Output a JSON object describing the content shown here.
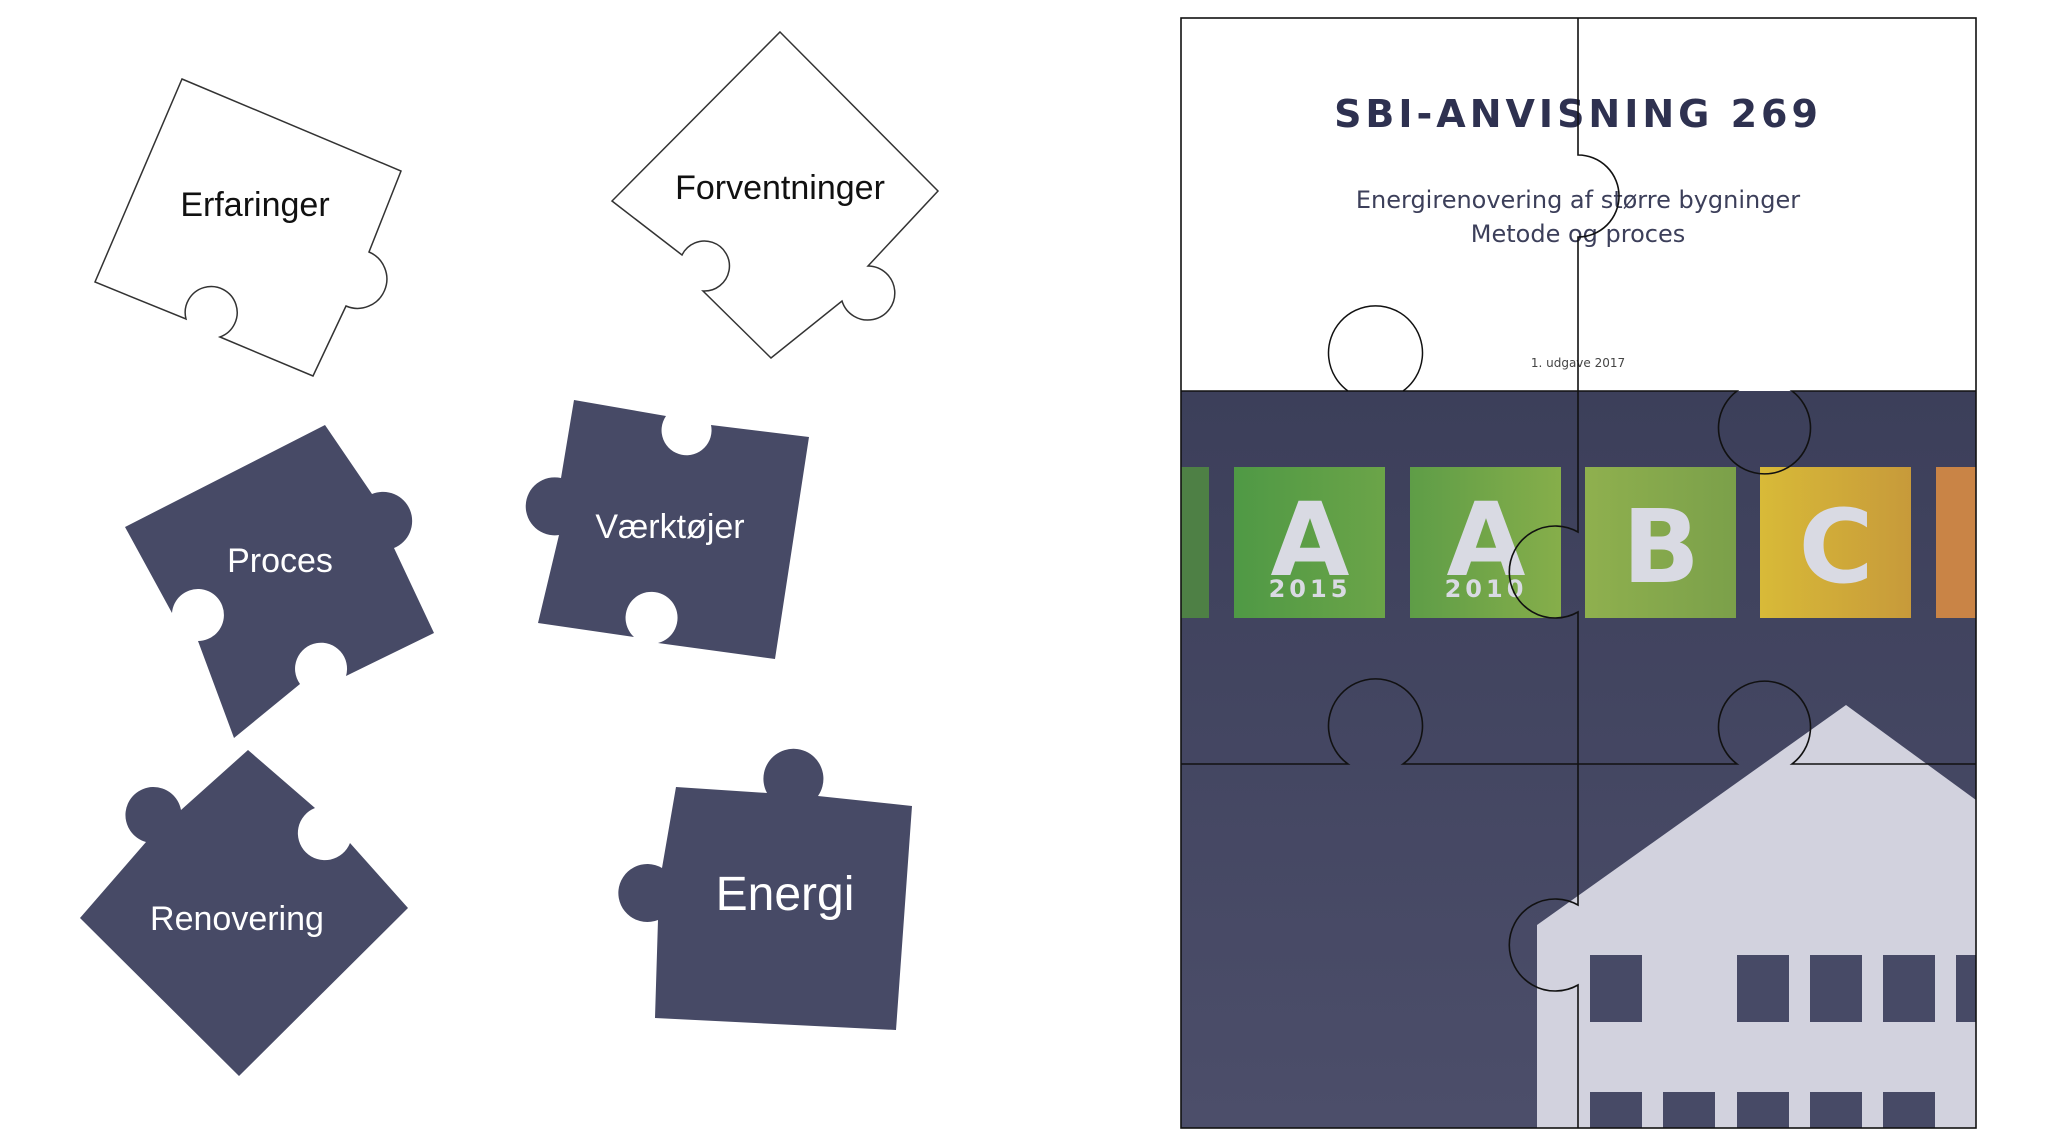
{
  "pieces": {
    "erfaringer": "Erfaringer",
    "forventninger": "Forventninger",
    "proces": "Proces",
    "vaerktojer": "Værktøjer",
    "renovering": "Renovering",
    "energi": "Energi"
  },
  "cover": {
    "title": "SBI-ANVISNING 269",
    "subtitle_line1": "Energirenovering af større bygninger",
    "subtitle_line2": "Metode og proces",
    "edition": "1. udgave 2017",
    "labels": [
      {
        "letter": "A",
        "year": "2015"
      },
      {
        "letter": "A",
        "year": "2010"
      },
      {
        "letter": "B",
        "year": ""
      },
      {
        "letter": "C",
        "year": ""
      }
    ]
  },
  "colors": {
    "navy": "#474A66",
    "cover_top": "#3C3F5A",
    "cover_bottom": "#4B4D68",
    "white_piece_stroke": "#333333",
    "house": "#D2D2DE"
  }
}
